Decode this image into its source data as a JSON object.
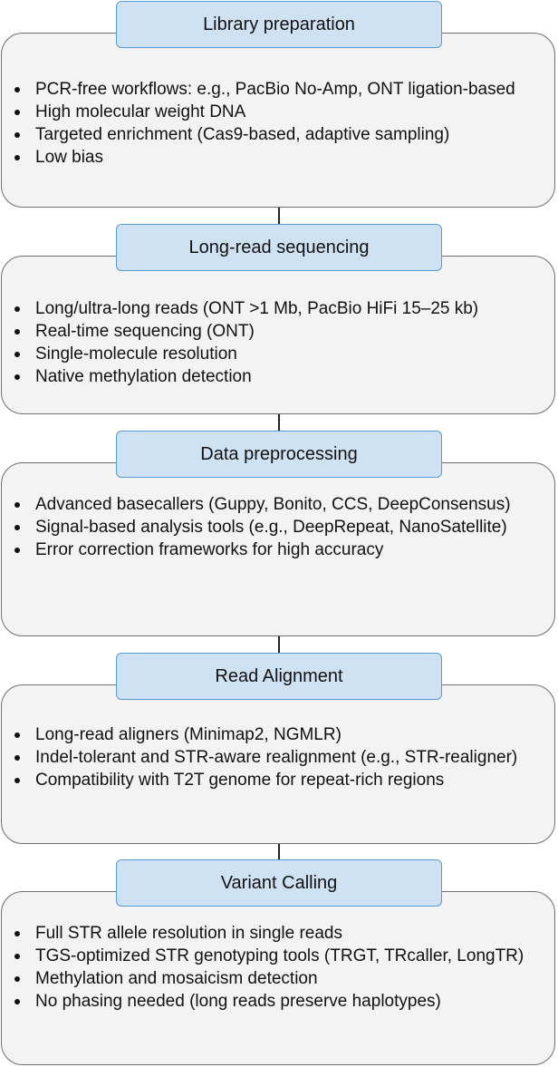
{
  "steps": [
    {
      "title": "Library preparation",
      "items": [
        "PCR-free workflows: e.g., PacBio No-Amp, ONT ligation-based",
        "High molecular weight DNA",
        "Targeted enrichment (Cas9-based, adaptive sampling)",
        "Low bias"
      ]
    },
    {
      "title": "Long-read sequencing",
      "items": [
        "Long/ultra-long reads (ONT >1 Mb, PacBio HiFi 15–25 kb)",
        "Real-time sequencing (ONT)",
        "Single-molecule resolution",
        "Native methylation detection"
      ]
    },
    {
      "title": "Data preprocessing",
      "items": [
        "Advanced basecallers (Guppy, Bonito, CCS, DeepConsensus)",
        "Signal-based analysis tools (e.g., DeepRepeat, NanoSatellite)",
        "Error correction frameworks for high accuracy"
      ]
    },
    {
      "title": "Read Alignment",
      "items": [
        "Long-read aligners (Minimap2, NGMLR)",
        "Indel-tolerant and STR-aware realignment (e.g., STR-realigner)",
        "Compatibility with T2T genome for repeat-rich regions"
      ]
    },
    {
      "title": "Variant Calling",
      "items": [
        "Full STR allele resolution in single reads",
        "TGS-optimized STR genotyping tools (TRGT, TRcaller, LongTR)",
        "Methylation and mosaicism detection",
        "No phasing needed (long reads preserve haplotypes)"
      ]
    }
  ]
}
